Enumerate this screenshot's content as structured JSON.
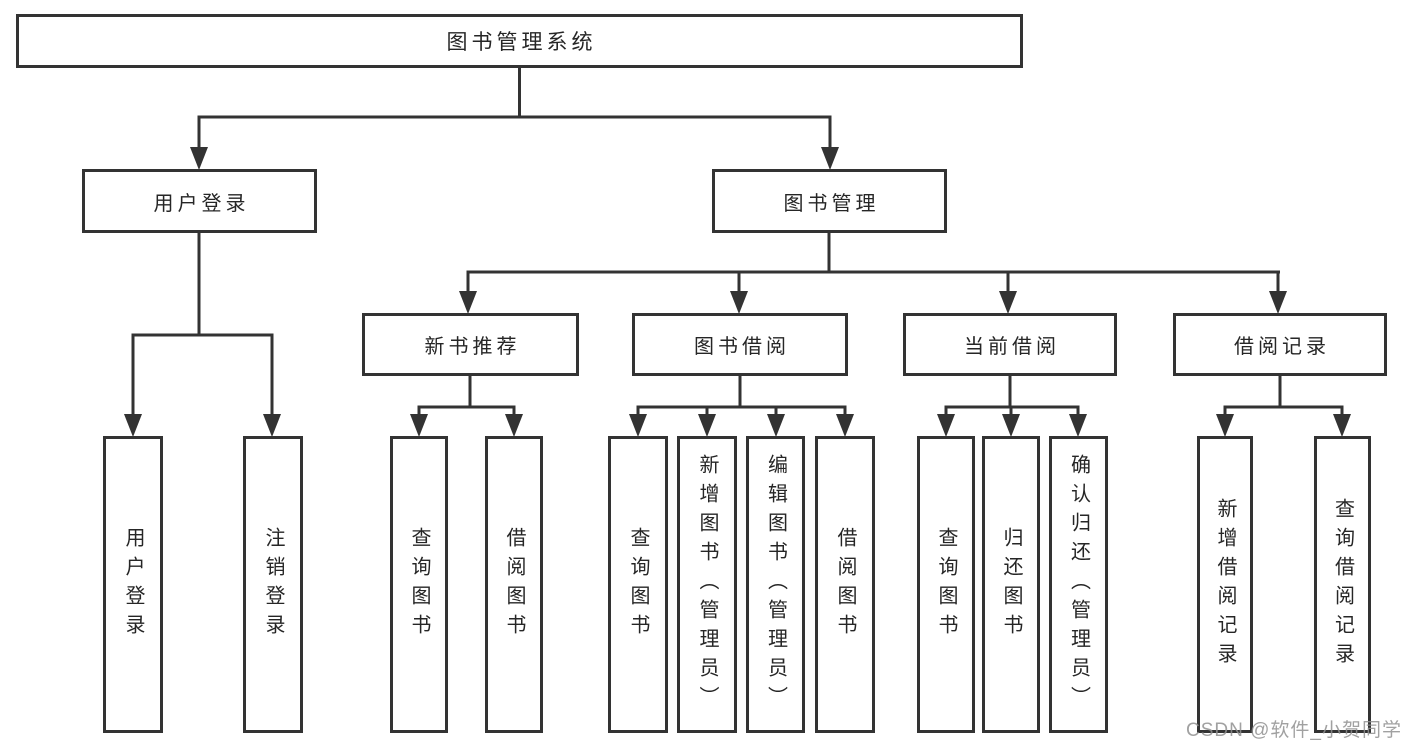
{
  "diagram": {
    "type": "hierarchy-tree",
    "root": {
      "label": "图书管理系统"
    },
    "level2": [
      {
        "label": "用户登录"
      },
      {
        "label": "图书管理"
      }
    ],
    "level3": [
      {
        "label": "新书推荐",
        "parent": "图书管理"
      },
      {
        "label": "图书借阅",
        "parent": "图书管理"
      },
      {
        "label": "当前借阅",
        "parent": "图书管理"
      },
      {
        "label": "借阅记录",
        "parent": "图书管理"
      }
    ],
    "leaves": [
      {
        "label": "用户登录",
        "parent": "用户登录"
      },
      {
        "label": "注销登录",
        "parent": "用户登录"
      },
      {
        "label": "查询图书",
        "parent": "新书推荐"
      },
      {
        "label": "借阅图书",
        "parent": "新书推荐"
      },
      {
        "label": "查询图书",
        "parent": "图书借阅"
      },
      {
        "label": "新增图书（管理员）",
        "parent": "图书借阅"
      },
      {
        "label": "编辑图书（管理员）",
        "parent": "图书借阅"
      },
      {
        "label": "借阅图书",
        "parent": "图书借阅"
      },
      {
        "label": "查询图书",
        "parent": "当前借阅"
      },
      {
        "label": "归还图书",
        "parent": "当前借阅"
      },
      {
        "label": "确认归还（管理员）",
        "parent": "当前借阅"
      },
      {
        "label": "新增借阅记录",
        "parent": "借阅记录"
      },
      {
        "label": "查询借阅记录",
        "parent": "借阅记录"
      }
    ]
  },
  "watermark": {
    "text": "CSDN @软件_小贺同学"
  },
  "colors": {
    "line": "#333333",
    "box_border": "#333333",
    "background": "#ffffff",
    "text": "#262626",
    "watermark": "#919191"
  }
}
